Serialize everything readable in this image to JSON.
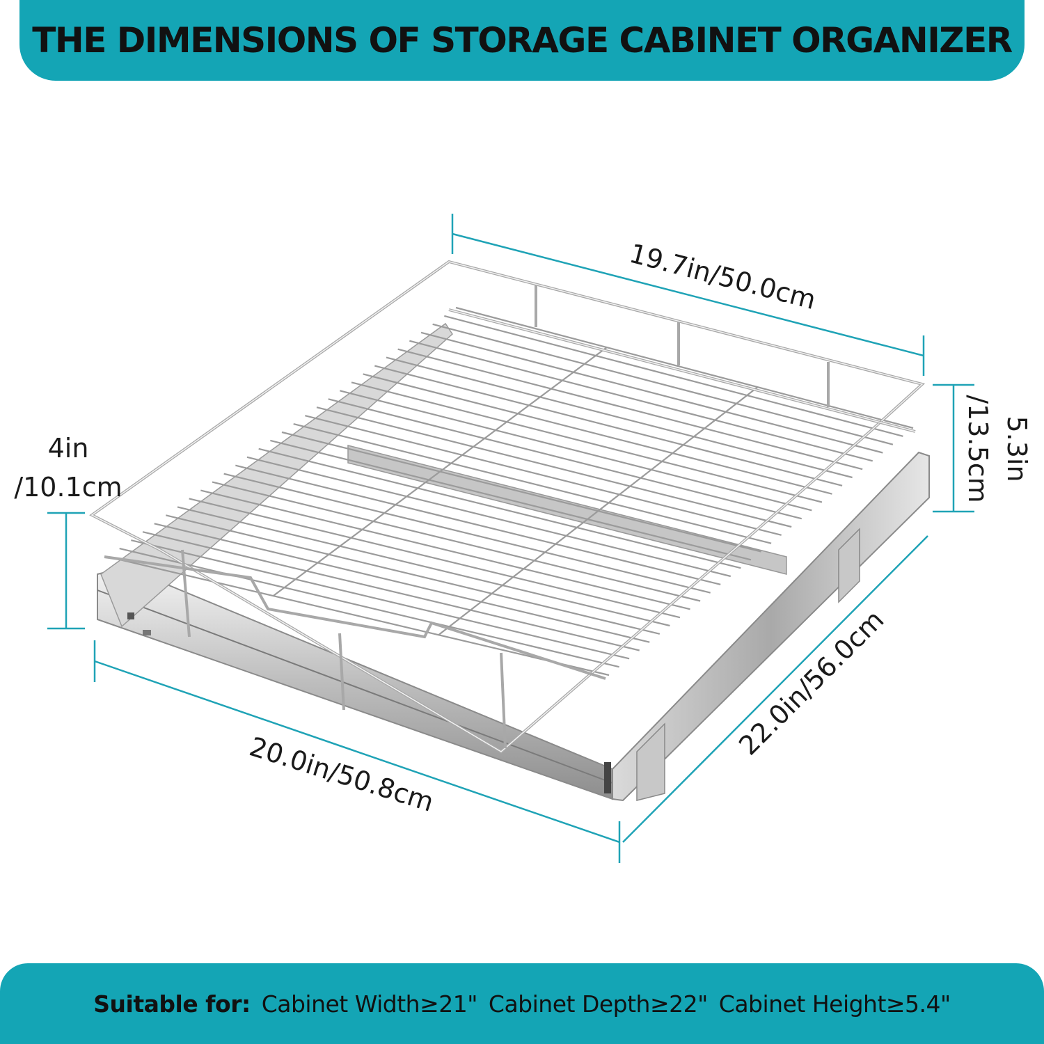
{
  "header": {
    "title": "THE DIMENSIONS OF STORAGE CABINET ORGANIZER"
  },
  "dimensions": {
    "top_width": "19.7in/50.0cm",
    "right_height_in": "5.3in",
    "right_height_cm": "/13.5cm",
    "left_height_in": "4in",
    "left_height_cm": "/10.1cm",
    "front_width": "20.0in/50.8cm",
    "depth": "22.0in/56.0cm"
  },
  "footer": {
    "label": "Suitable for:",
    "specs": [
      "Cabinet Width≥21\"",
      "Cabinet Depth≥22\"",
      "Cabinet Height≥5.4\""
    ]
  },
  "colors": {
    "accent": "#14a5b5",
    "dimension_line": "#1fa3b6",
    "text": "#111111"
  }
}
